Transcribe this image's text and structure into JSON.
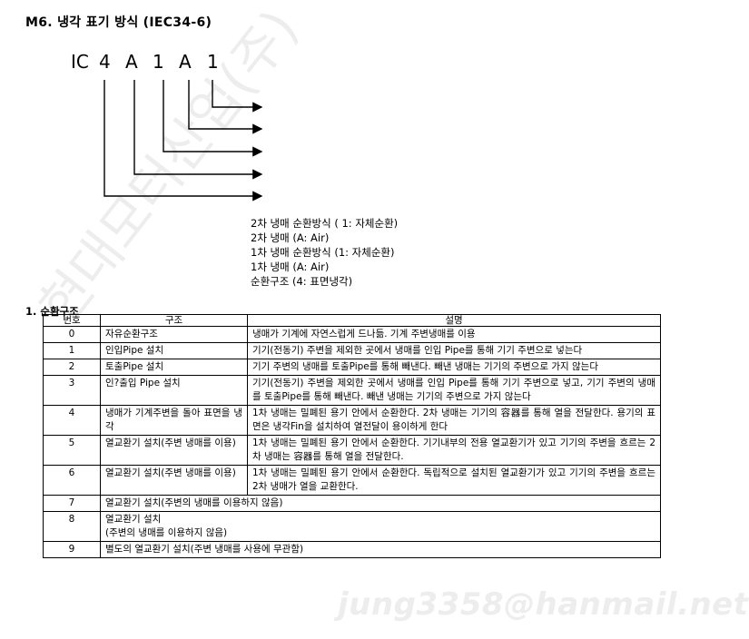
{
  "title": "M6. 냉각 표기 방식 (IEC34-6)",
  "code": {
    "prefix": "IC",
    "d1": "4",
    "d2": "A",
    "d3": "1",
    "d4": "A",
    "d5": "1"
  },
  "legend": [
    "2차 냉매 순환방식 ( 1: 자체순환)",
    "2차 냉매 (A: Air)",
    "1차 냉매 순환방식 (1: 자체순환)",
    "1차 냉매 (A: Air)",
    "순환구조 (4: 표면냉각)"
  ],
  "section_title": "1. 순환구조",
  "table": {
    "headers": [
      "번호",
      "구조",
      "설명"
    ],
    "rows": [
      {
        "no": "0",
        "structure": "자유순환구조",
        "desc": "냉매가 기계에 자연스럽게 드나듦. 기계 주변냉매를 이용"
      },
      {
        "no": "1",
        "structure": "인입Pipe 설치",
        "desc": "기기(전동기) 주변을 제외한 곳에서 냉매를 인입 Pipe를 통해 기기 주변으로 넣는다"
      },
      {
        "no": "2",
        "structure": "토출Pipe 설치",
        "desc": "기기 주변의 냉매를 토출Pipe를 통해 빼낸다. 빼낸 냉매는 기기의 주변으로 가지 않는다"
      },
      {
        "no": "3",
        "structure": "인?출입 Pipe 설치",
        "desc": "기기(전동기) 주변을 제외한 곳에서 냉매를 인입 Pipe를 통해 기기 주변으로 넣고, 기기 주변의 냉매를 토출Pipe를 통해 빼낸다. 빼낸 냉매는 기기의 주변으로 가지 않는다"
      },
      {
        "no": "4",
        "structure": "냉매가 기계주변을 돌아 표면을 냉각",
        "desc": "1차 냉매는 밀폐된 용기 안에서 순환한다. 2차 냉매는 기기의 容器를 통해 열을 전달한다. 용기의 표면은 냉각Fin을 설치하여 열전달이 용이하게 한다"
      },
      {
        "no": "5",
        "structure": "열교환기 설치(주변 냉매를 이용)",
        "desc": "1차 냉매는 밀폐된 용기 안에서 순환한다. 기기내부의 전용 열교환기가 있고 기기의 주변을 흐르는 2차 냉매는 容器를 통해 열을 전달한다."
      },
      {
        "no": "6",
        "structure": "열교환기 설치(주변 냉매를 이용)",
        "desc": "1차 냉매는 밀폐된 용기 안에서 순환한다. 독립적으로 설치된 열교환기가 있고 기기의 주변을 흐르는 2차 냉매가 열을 교환한다."
      },
      {
        "no": "7",
        "structure": "열교환기 설치(주변의 냉매를 이용하지 않음)",
        "desc": ""
      },
      {
        "no": "8",
        "structure": "열교환기 설치\n(주변의 냉매를 이용하지 않음)",
        "desc": ""
      },
      {
        "no": "9",
        "structure": "별도의 열교환기 설치(주변 냉매를 사용에 무관함)",
        "desc": ""
      }
    ]
  },
  "watermarks": {
    "diagonal": "현대모터산업(주)",
    "email": "jung3358@hanmail.net"
  }
}
